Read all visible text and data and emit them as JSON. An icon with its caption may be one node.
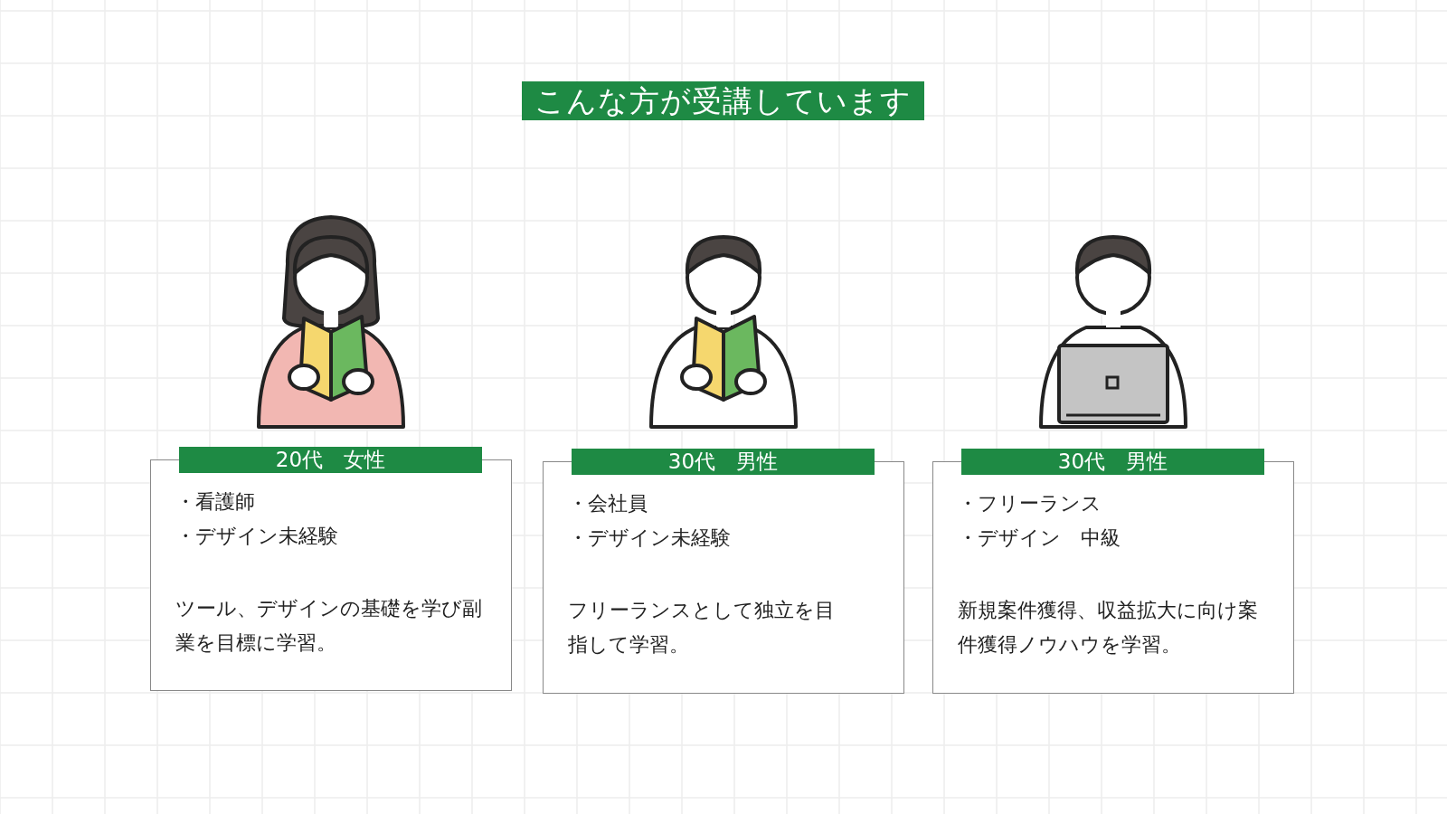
{
  "diagram": {
    "title": "こんな方が受講しています",
    "nodes": [
      {
        "text": [
          "20代　女性",
          "・看護師",
          "・デザイン未経験",
          "ツール、デザインの基礎を学び副業を目標に学習。"
        ]
      },
      {
        "text": [
          "30代　男性",
          "・会社員",
          "・デザイン未経験",
          "フリーランスとして独立を目指して学習。"
        ]
      },
      {
        "text": [
          "30代　男性",
          "・フリーランス",
          "・デザイン　中級",
          "新規案件獲得、収益拡大に向け案件獲得ノウハウを学習。"
        ]
      }
    ]
  }
}
